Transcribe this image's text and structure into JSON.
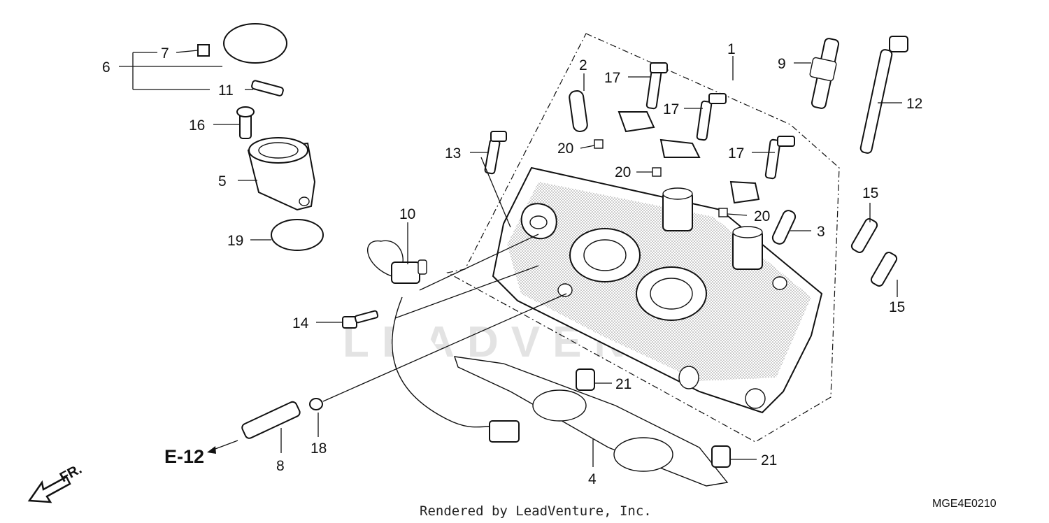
{
  "watermark": "LEADVENTURE",
  "reference_label": "E-12",
  "front_label": "FR.",
  "credit": "Rendered by LeadVenture, Inc.",
  "diagram_code": "MGE4E0210",
  "callouts": {
    "c1": "1",
    "c2": "2",
    "c3": "3",
    "c4": "4",
    "c5": "5",
    "c6": "6",
    "c7": "7",
    "c8": "8",
    "c9": "9",
    "c10": "10",
    "c11": "11",
    "c12": "12",
    "c13": "13",
    "c14": "14",
    "c15a": "15",
    "c15b": "15",
    "c16": "16",
    "c17a": "17",
    "c17b": "17",
    "c17c": "17",
    "c18": "18",
    "c19": "19",
    "c20a": "20",
    "c20b": "20",
    "c20c": "20",
    "c21a": "21",
    "c21b": "21"
  }
}
